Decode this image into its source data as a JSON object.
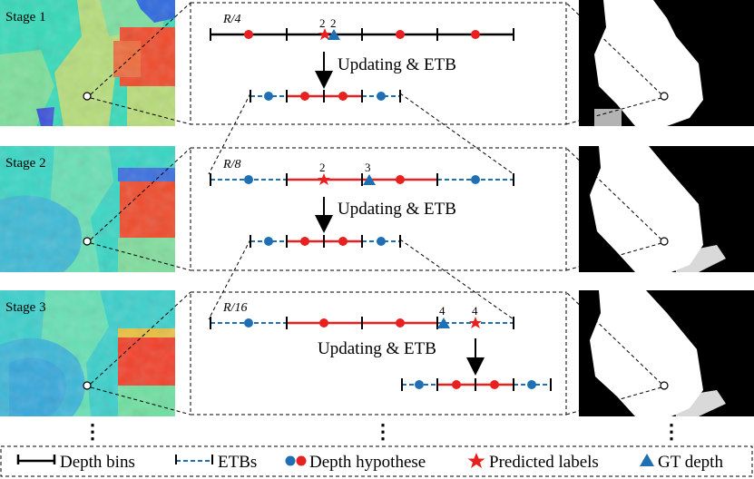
{
  "stages": [
    {
      "label": "Stage 1",
      "range": "R/4",
      "pred_label": "2",
      "gt_label": "2"
    },
    {
      "label": "Stage 2",
      "range": "R/8",
      "pred_label": "2",
      "gt_label": "3"
    },
    {
      "label": "Stage 3",
      "range": "R/16",
      "pred_label": "4",
      "gt_label": "4"
    }
  ],
  "step_text": "Updating & ETB",
  "ellipsis": "⋮",
  "legend": {
    "depth_bins": "Depth bins",
    "etbs": "ETBs",
    "depth_hypothese": "Depth hypothese",
    "predicted_labels": "Predicted labels",
    "gt_depth": "GT depth"
  },
  "colors": {
    "bins": "#000000",
    "etb": "#1f6fb5",
    "hypothesis_red": "#e8201f",
    "hypothesis_blue": "#1f6fb5",
    "gt": "#1f6fb5",
    "pred": "#e8201f"
  }
}
